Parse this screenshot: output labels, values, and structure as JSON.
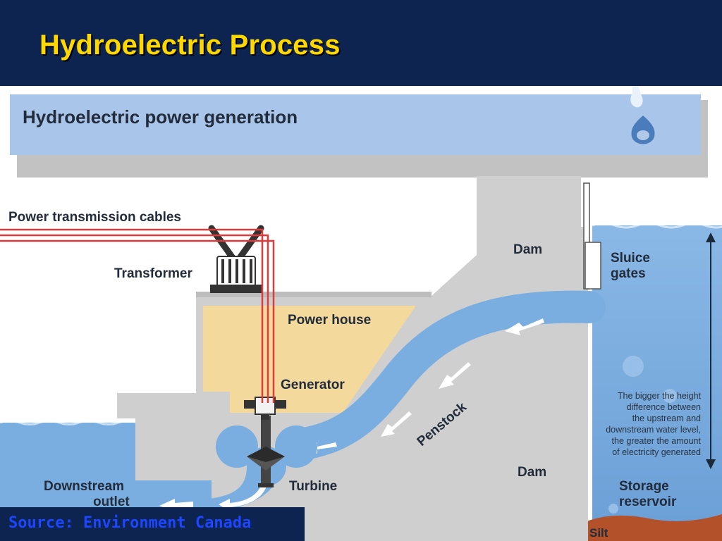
{
  "slide": {
    "title": "Hydroelectric Process",
    "source": "Source: Environment Canada"
  },
  "diagram": {
    "banner_title": "Hydroelectric power generation",
    "labels": {
      "power_transmission_cables": "Power transmission cables",
      "transformer": "Transformer",
      "dam_top": "Dam",
      "sluice_gates": [
        "Sluice",
        "gates"
      ],
      "power_house": "Power house",
      "generator": "Generator",
      "penstock": "Penstock",
      "downstream_outlet": [
        "Downstream",
        "outlet"
      ],
      "turbine": "Turbine",
      "dam_bottom": "Dam",
      "storage_reservoir": [
        "Storage",
        "reservoir"
      ],
      "silt": "Silt"
    },
    "note": [
      "The bigger the height",
      "difference between",
      "the upstream and",
      "downstream water level,",
      "the greater the amount",
      "of electricity generated"
    ],
    "colors": {
      "water": "#7aaee0",
      "water_light": "#a9c9ec",
      "dam": "#cfcfcf",
      "power_house": "#f3d99c",
      "cable_red": "#e13a3a",
      "silt": "#b3522a",
      "banner": "#a9c6ea"
    }
  }
}
